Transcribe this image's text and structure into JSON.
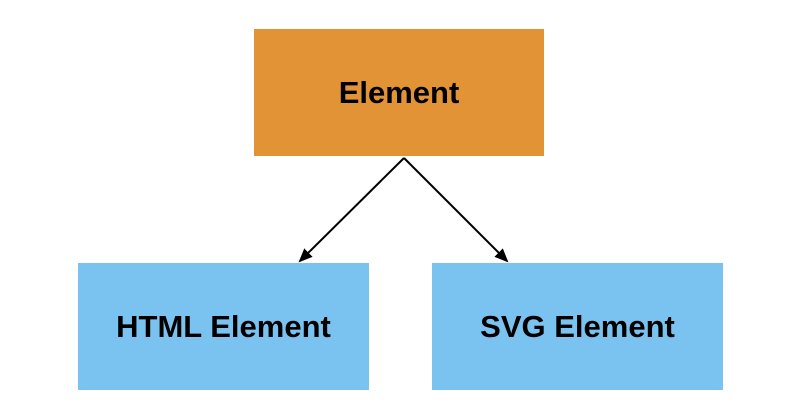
{
  "diagram": {
    "nodes": {
      "root": {
        "label": "Element",
        "color": "#E29335"
      },
      "left": {
        "label": "HTML Element",
        "color": "#7AC3F1"
      },
      "right": {
        "label": "SVG Element",
        "color": "#7AC3F1"
      }
    },
    "edges": [
      {
        "from": "root",
        "to": "left"
      },
      {
        "from": "root",
        "to": "right"
      }
    ],
    "edge_color": "#000000"
  }
}
